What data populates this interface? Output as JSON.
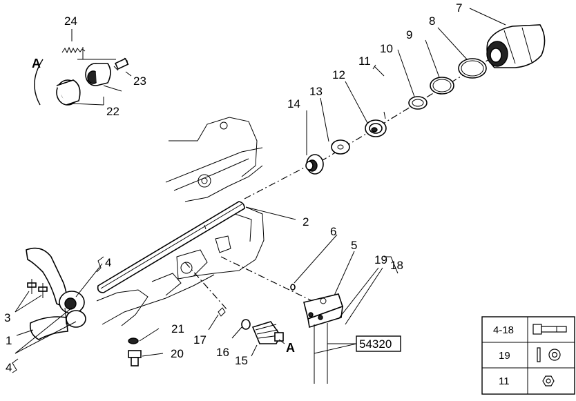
{
  "figure": {
    "callouts": {
      "c1": "1",
      "c2": "2",
      "c3": "3",
      "c4_top": "4",
      "c4_bottom": "4",
      "c5": "5",
      "c6": "6",
      "c7": "7",
      "c8": "8",
      "c9": "9",
      "c10": "10",
      "c11": "11",
      "c12": "12",
      "c13": "13",
      "c14": "14",
      "c15": "15",
      "c16": "16",
      "c17": "17",
      "c18": "18",
      "c19": "19",
      "c20": "20",
      "c21": "21",
      "c22": "22",
      "c23": "23",
      "c24": "24",
      "view_a_top": "A",
      "view_a_bottom": "A"
    },
    "reference_box": "54320"
  },
  "legend": {
    "rows": [
      {
        "ref": "4-18",
        "icon": "bolt-icon"
      },
      {
        "ref": "19",
        "icon": "pin-and-washer-icon"
      },
      {
        "ref": "11",
        "icon": "nut-icon"
      }
    ]
  }
}
